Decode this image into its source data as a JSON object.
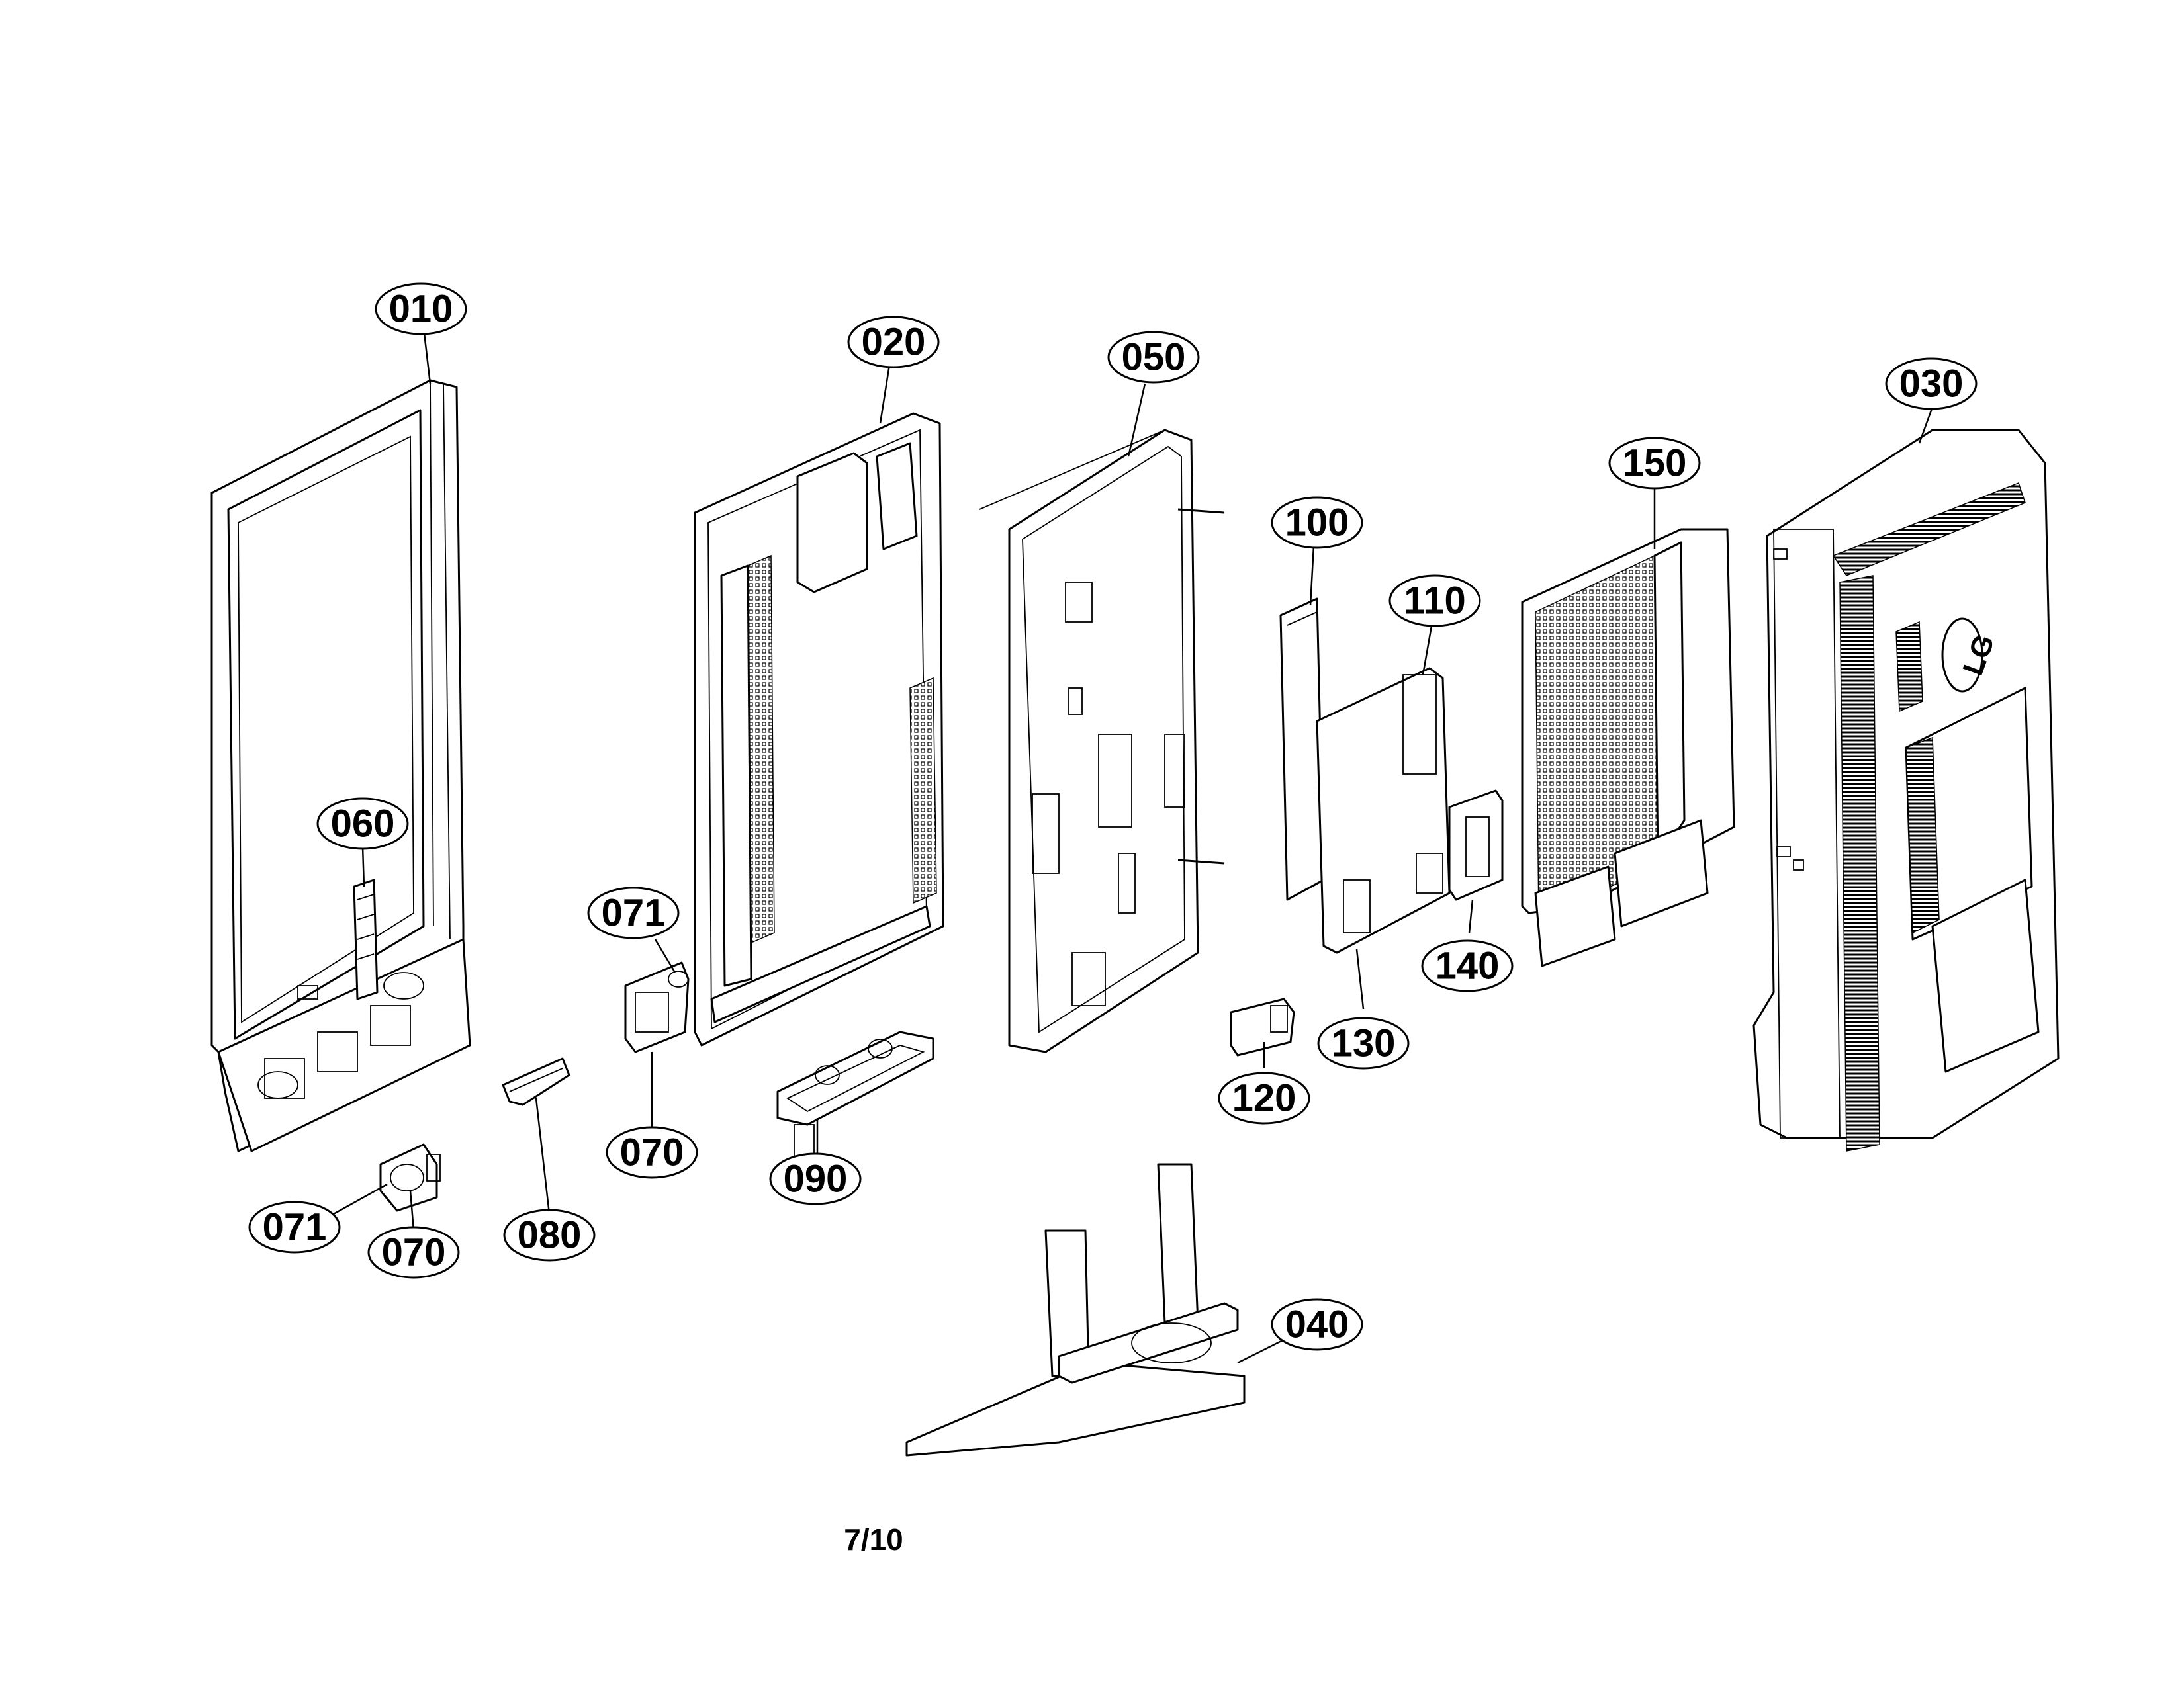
{
  "page_number": "7/10",
  "callouts": {
    "c010": "010",
    "c020": "020",
    "c050": "050",
    "c030": "030",
    "c150": "150",
    "c100": "100",
    "c110": "110",
    "c060": "060",
    "c071a": "071",
    "c071b": "071",
    "c070a": "070",
    "c070b": "070",
    "c080": "080",
    "c090": "090",
    "c120": "120",
    "c130": "130",
    "c140": "140",
    "c040": "040"
  },
  "logo_text": "LG",
  "colors": {
    "line": "#000000",
    "background": "#ffffff"
  }
}
